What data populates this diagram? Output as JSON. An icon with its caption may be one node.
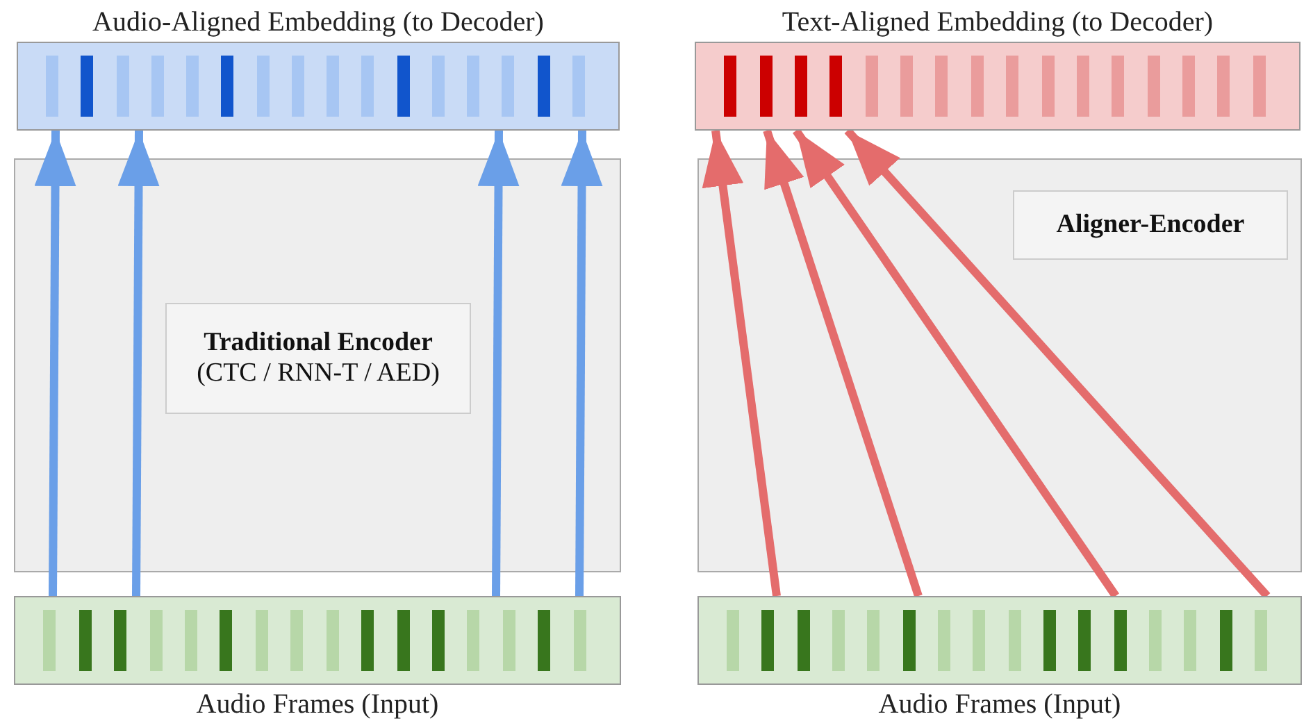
{
  "diagram": {
    "nodes": [
      {
        "text": [
          "Audio-Aligned Embedding (to Decoder)"
        ]
      },
      {
        "text": [
          "Text-Aligned Embedding (to Decoder)"
        ]
      },
      {
        "text": [],
        "shape": "box"
      },
      {
        "text": [
          "Traditional Encoder",
          "(CTC / RNN-T / AED)"
        ],
        "in": 2
      },
      {
        "text": [],
        "shape": "box"
      },
      {
        "text": [
          "Aligner-Encoder"
        ],
        "in": 4
      },
      {
        "text": [
          "Audio Frames (Input)"
        ]
      },
      {
        "text": [
          "Audio Frames (Input)"
        ]
      }
    ],
    "edges": [
      {
        "from": 6,
        "to": 0,
        "arrow": "to",
        "color": "#6a9fe8"
      },
      {
        "from": 6,
        "to": 0,
        "arrow": "to",
        "color": "#6a9fe8"
      },
      {
        "from": 6,
        "to": 0,
        "arrow": "to",
        "color": "#6a9fe8"
      },
      {
        "from": 6,
        "to": 0,
        "arrow": "to",
        "color": "#6a9fe8"
      },
      {
        "from": 7,
        "to": 1,
        "arrow": "to",
        "color": "#e46c6c"
      },
      {
        "from": 7,
        "to": 1,
        "arrow": "to",
        "color": "#e46c6c"
      },
      {
        "from": 7,
        "to": 1,
        "arrow": "to",
        "color": "#e46c6c"
      },
      {
        "from": 7,
        "to": 1,
        "arrow": "to",
        "color": "#e46c6c"
      }
    ]
  }
}
